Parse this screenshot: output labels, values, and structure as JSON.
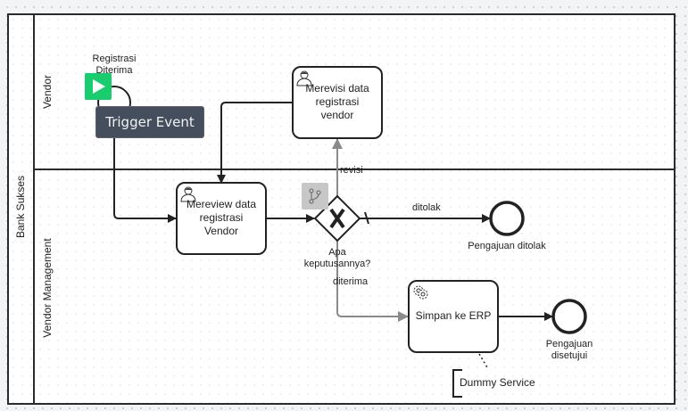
{
  "pool": {
    "label": "Bank Sukses"
  },
  "lanes": [
    {
      "label": "Vendor"
    },
    {
      "label": "Vendor Management"
    }
  ],
  "start_event": {
    "label": "Registrasi Diterima"
  },
  "trigger_button": {
    "label": "Trigger Event",
    "color": "#454e5c"
  },
  "play_button": {
    "color": "#19cd6e"
  },
  "tasks": [
    {
      "label": "Merevisi data registrasi vendor",
      "type": "user"
    },
    {
      "label": "Mereview data registrasi Vendor",
      "type": "user"
    },
    {
      "label": "Simpan ke ERP",
      "type": "service"
    }
  ],
  "gateway": {
    "label": "Apa keputusannya?",
    "type": "exclusive"
  },
  "flows": {
    "revisi": "revisi",
    "ditolak": "ditolak",
    "diterima": "diterima"
  },
  "end_events": [
    {
      "label": "Pengajuan ditolak"
    },
    {
      "label": "Pengajuan disetujui"
    }
  ],
  "annotation": {
    "text": "Dummy Service"
  }
}
